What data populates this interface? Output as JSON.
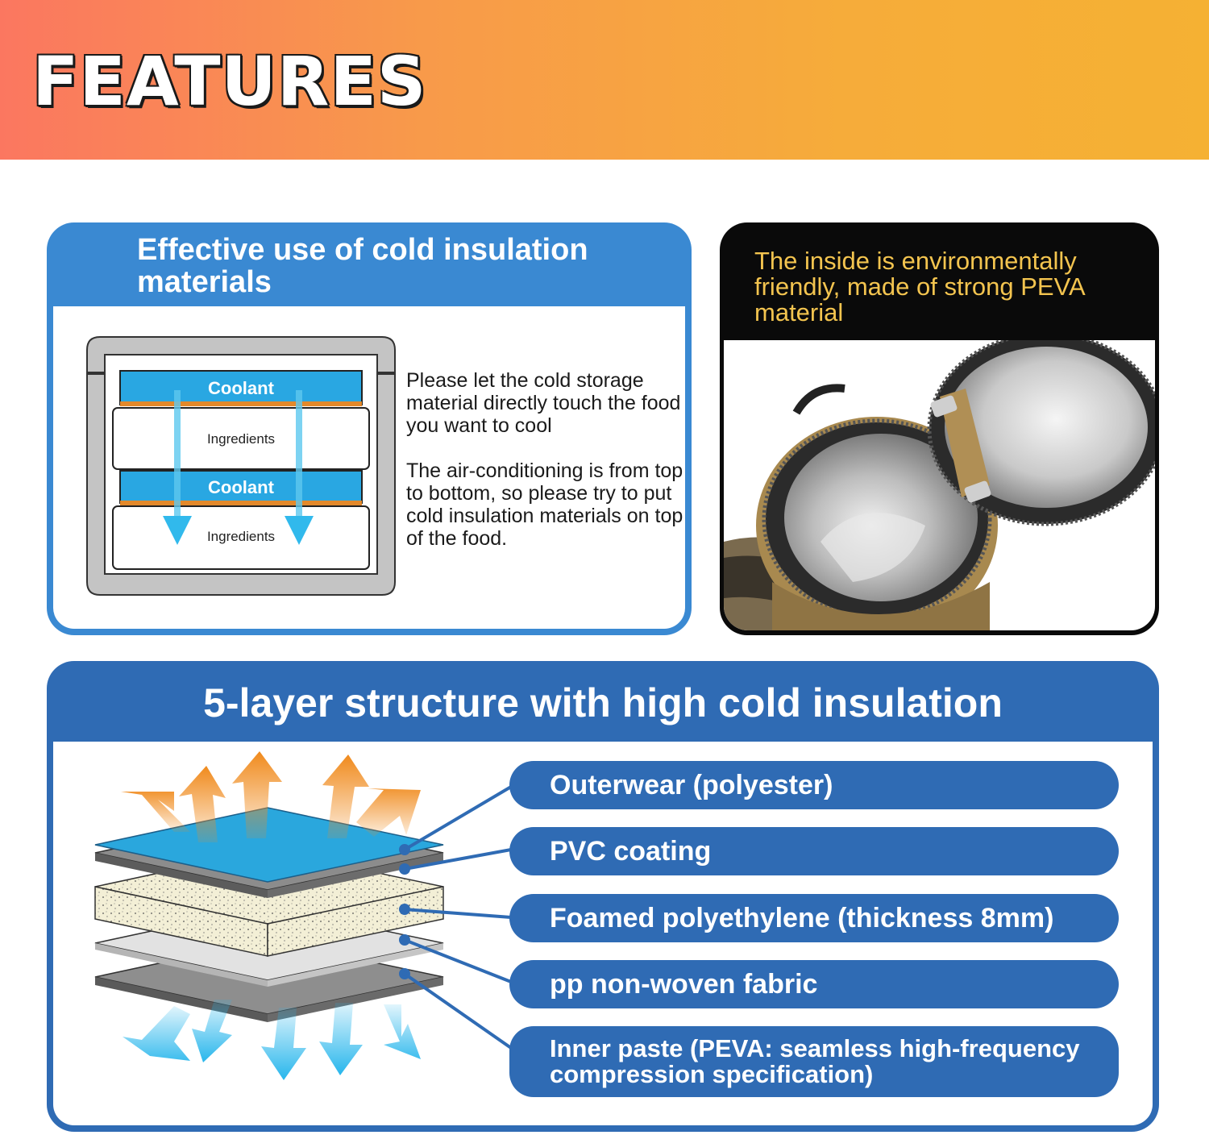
{
  "banner": {
    "title": "FEATURES"
  },
  "card_insulation": {
    "title": "Effective use of cold insulation materials",
    "diagram": {
      "coolant_label_1": "Coolant",
      "ingredients_label_1": "Ingredients",
      "coolant_label_2": "Coolant",
      "ingredients_label_2": "Ingredients"
    },
    "text_1": "Please let the cold storage material directly touch the food you want to cool",
    "text_2": "The air-conditioning is from top to bottom, so please try to put cold insulation materials on top of the food."
  },
  "card_peva": {
    "title": "The inside is environmentally friendly, made of strong PEVA material"
  },
  "card_layers": {
    "title": "5-layer structure with high cold insulation",
    "layers": [
      {
        "label": "Outerwear (polyester)"
      },
      {
        "label": "PVC coating"
      },
      {
        "label": "Foamed polyethylene (thickness 8mm)"
      },
      {
        "label": "pp non-woven fabric"
      },
      {
        "label": "Inner paste (PEVA: seamless high-frequency compression specification)"
      }
    ]
  },
  "colors": {
    "banner_start": "#fb7760",
    "banner_end": "#f5b133",
    "card_blue": "#3a89d2",
    "layer_blue": "#2f6bb4",
    "coolant_blue": "#29a7e2",
    "peva_title": "#f3c44f",
    "arrow_orange": "#f08a1c",
    "arrow_cyan": "#27b6ec"
  }
}
